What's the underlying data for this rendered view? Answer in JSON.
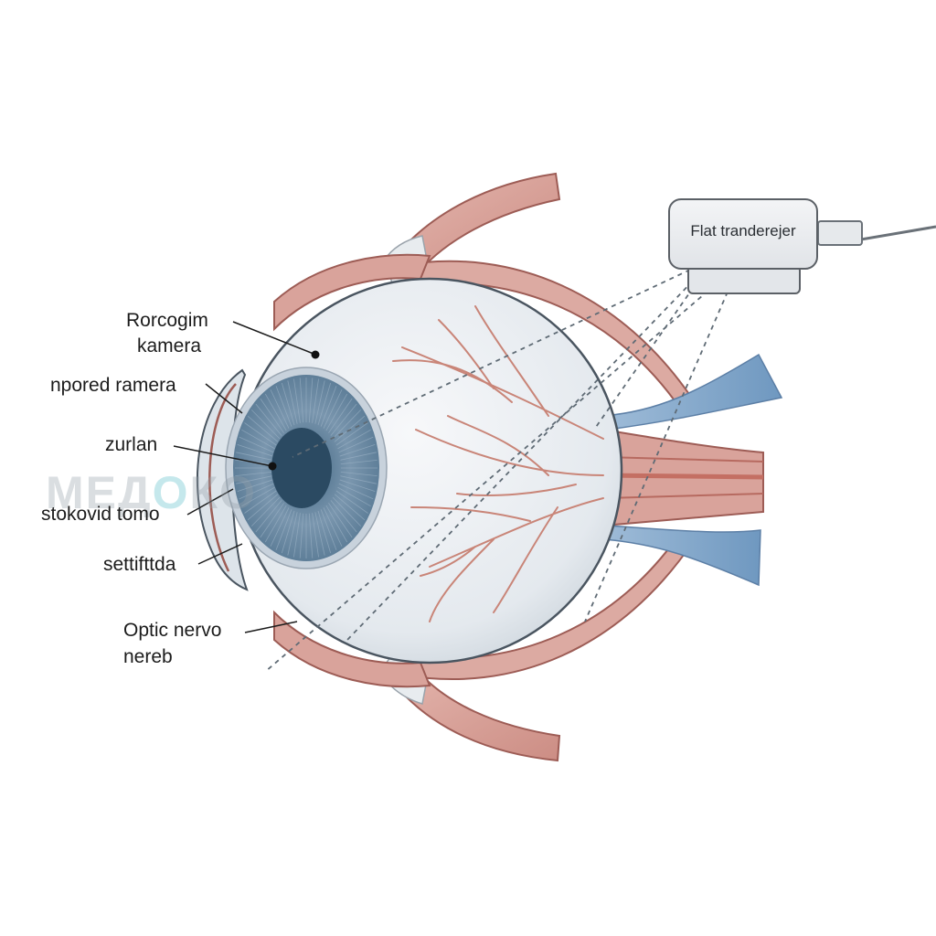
{
  "labels": {
    "rorcogim": "Rorcogim",
    "kamera": "kamera",
    "npored": "npored ramera",
    "zurlan": "zurlan",
    "stokovid": "stokovid tomo",
    "settifttda": "settifttda",
    "optic": "Optic nervo",
    "nereb": "nereb"
  },
  "transducer": {
    "label": "Flat tranderejer"
  },
  "watermark": {
    "part1": "МЕД",
    "part2": "О",
    "part3": "КО"
  },
  "colors": {
    "muscle": "#d9a39b",
    "muscle_stroke": "#9d5c55",
    "sclera": "#eef1f4",
    "iris": "#6d8aa3",
    "pupil": "#2b4a62",
    "vessel": "#c98578",
    "nerve": "#8db1d2",
    "scan_line": "#5f6b75"
  }
}
